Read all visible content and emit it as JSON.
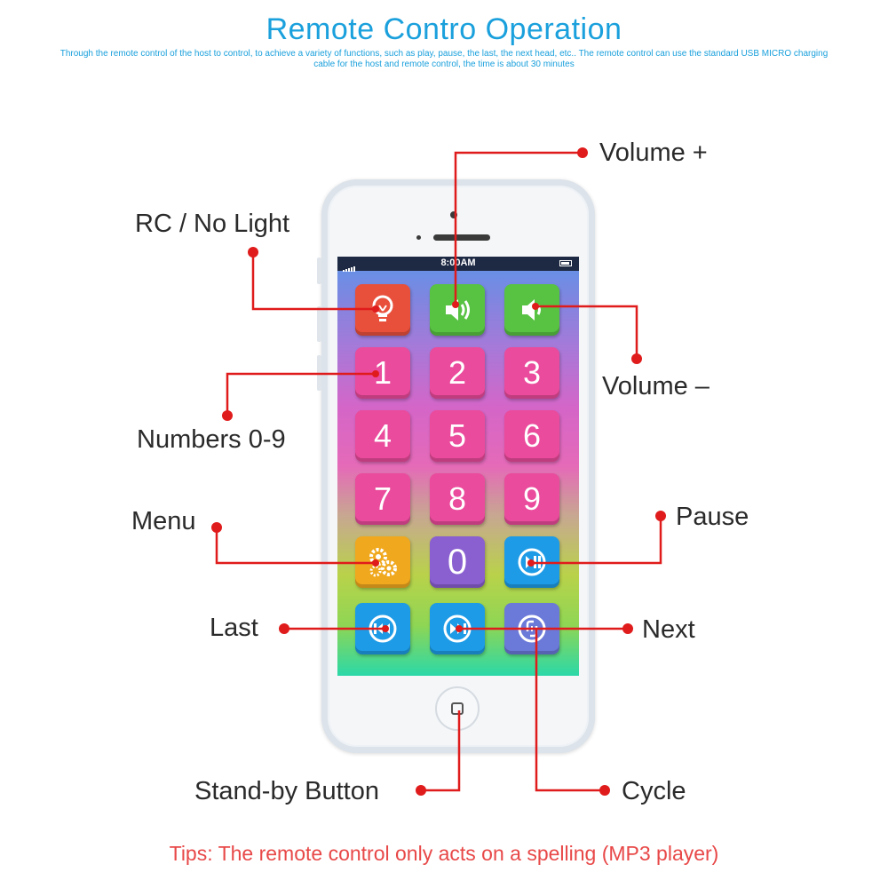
{
  "header": {
    "title": "Remote Contro Operation",
    "subtitle": "Through the remote control of the host to  control, to achieve a variety of functions, such as play, pause, the last, the next head, etc.. The remote control can use the standard USB MICRO charging cable for the host and remote control, the time is about 30 minutes"
  },
  "phone": {
    "status_time": "8:00AM",
    "keys": {
      "k1": "1",
      "k2": "2",
      "k3": "3",
      "k4": "4",
      "k5": "5",
      "k6": "6",
      "k7": "7",
      "k8": "8",
      "k9": "9",
      "k0": "0"
    }
  },
  "callouts": {
    "volume_plus": "Volume +",
    "rc_no_light": "RC / No Light",
    "volume_minus": "Volume –",
    "numbers": "Numbers 0-9",
    "menu": "Menu",
    "pause": "Pause",
    "last": "Last",
    "next": "Next",
    "standby": "Stand-by Button",
    "cycle": "Cycle"
  },
  "footer": {
    "tips": "Tips: The remote control only acts on a spelling (MP3 player)"
  },
  "colors": {
    "title": "#1aa0dc",
    "callout_line": "#e01b1b",
    "tips": "#e84848",
    "key_number": "#ea4b9c",
    "key_light": "#e8503c",
    "key_volume": "#58c243",
    "key_menu": "#f0a81e",
    "key_zero": "#8a5fd0",
    "key_playback": "#1e9be6"
  },
  "icons": {
    "light_key": "lightbulb-icon",
    "volume_up_key": "volume-up-icon",
    "volume_down_key": "volume-down-icon",
    "menu_key": "gears-icon",
    "pause_key": "play-pause-icon",
    "last_key": "skip-previous-icon",
    "next_key": "skip-next-icon",
    "cycle_key": "repeat-icon",
    "home_button": "home-square-icon"
  }
}
